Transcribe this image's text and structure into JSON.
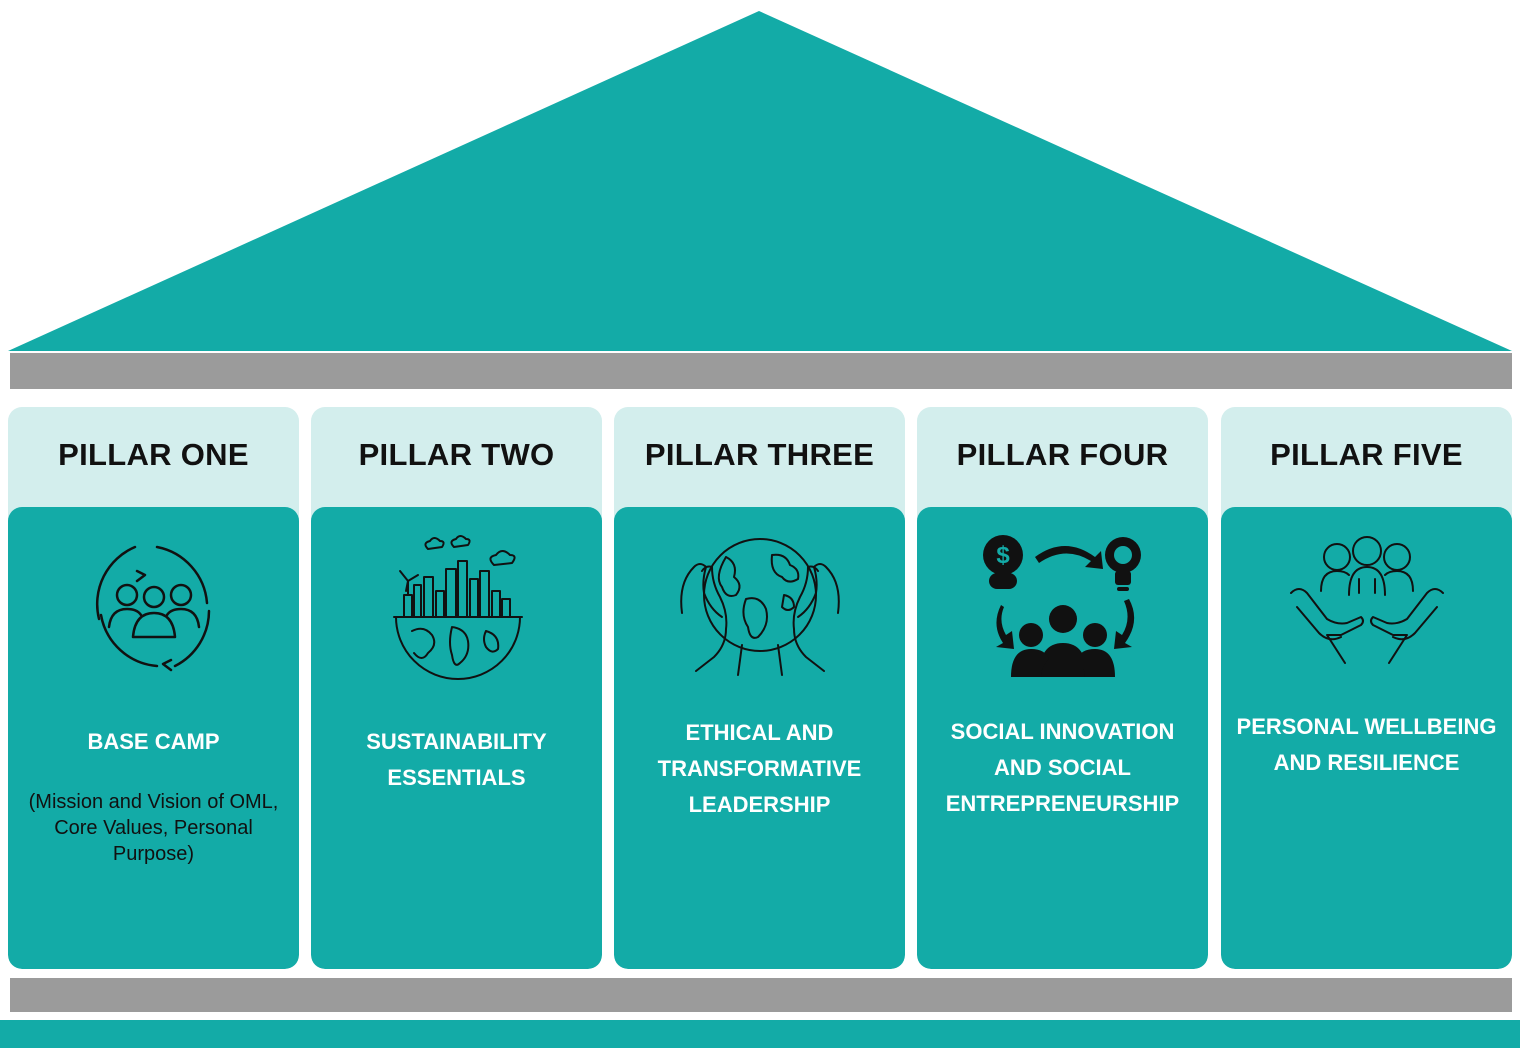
{
  "colors": {
    "teal": "#13aba7",
    "light_teal": "#d3eeed",
    "beam_gray": "#9b9b9b",
    "title_text": "#111111",
    "body_text": "#ffffff"
  },
  "pillars": [
    {
      "title": "PILLAR ONE",
      "heading": "BASE CAMP",
      "subtext": "(Mission and Vision of OML, Core Values, Personal Purpose)",
      "icon": "team-cycle-icon"
    },
    {
      "title": "PILLAR TWO",
      "heading": "SUSTAINABILITY ESSENTIALS",
      "icon": "earth-city-icon"
    },
    {
      "title": "PILLAR THREE",
      "heading": "ETHICAL AND TRANSFORMATIVE LEADERSHIP",
      "icon": "hands-holding-globe-icon"
    },
    {
      "title": "PILLAR FOUR",
      "heading": "SOCIAL INNOVATION AND SOCIAL ENTREPRENEURSHIP",
      "icon": "money-idea-cycle-icon"
    },
    {
      "title": "PILLAR FIVE",
      "heading": "PERSONAL WELLBEING AND RESILIENCE",
      "icon": "hands-supporting-people-icon"
    }
  ]
}
